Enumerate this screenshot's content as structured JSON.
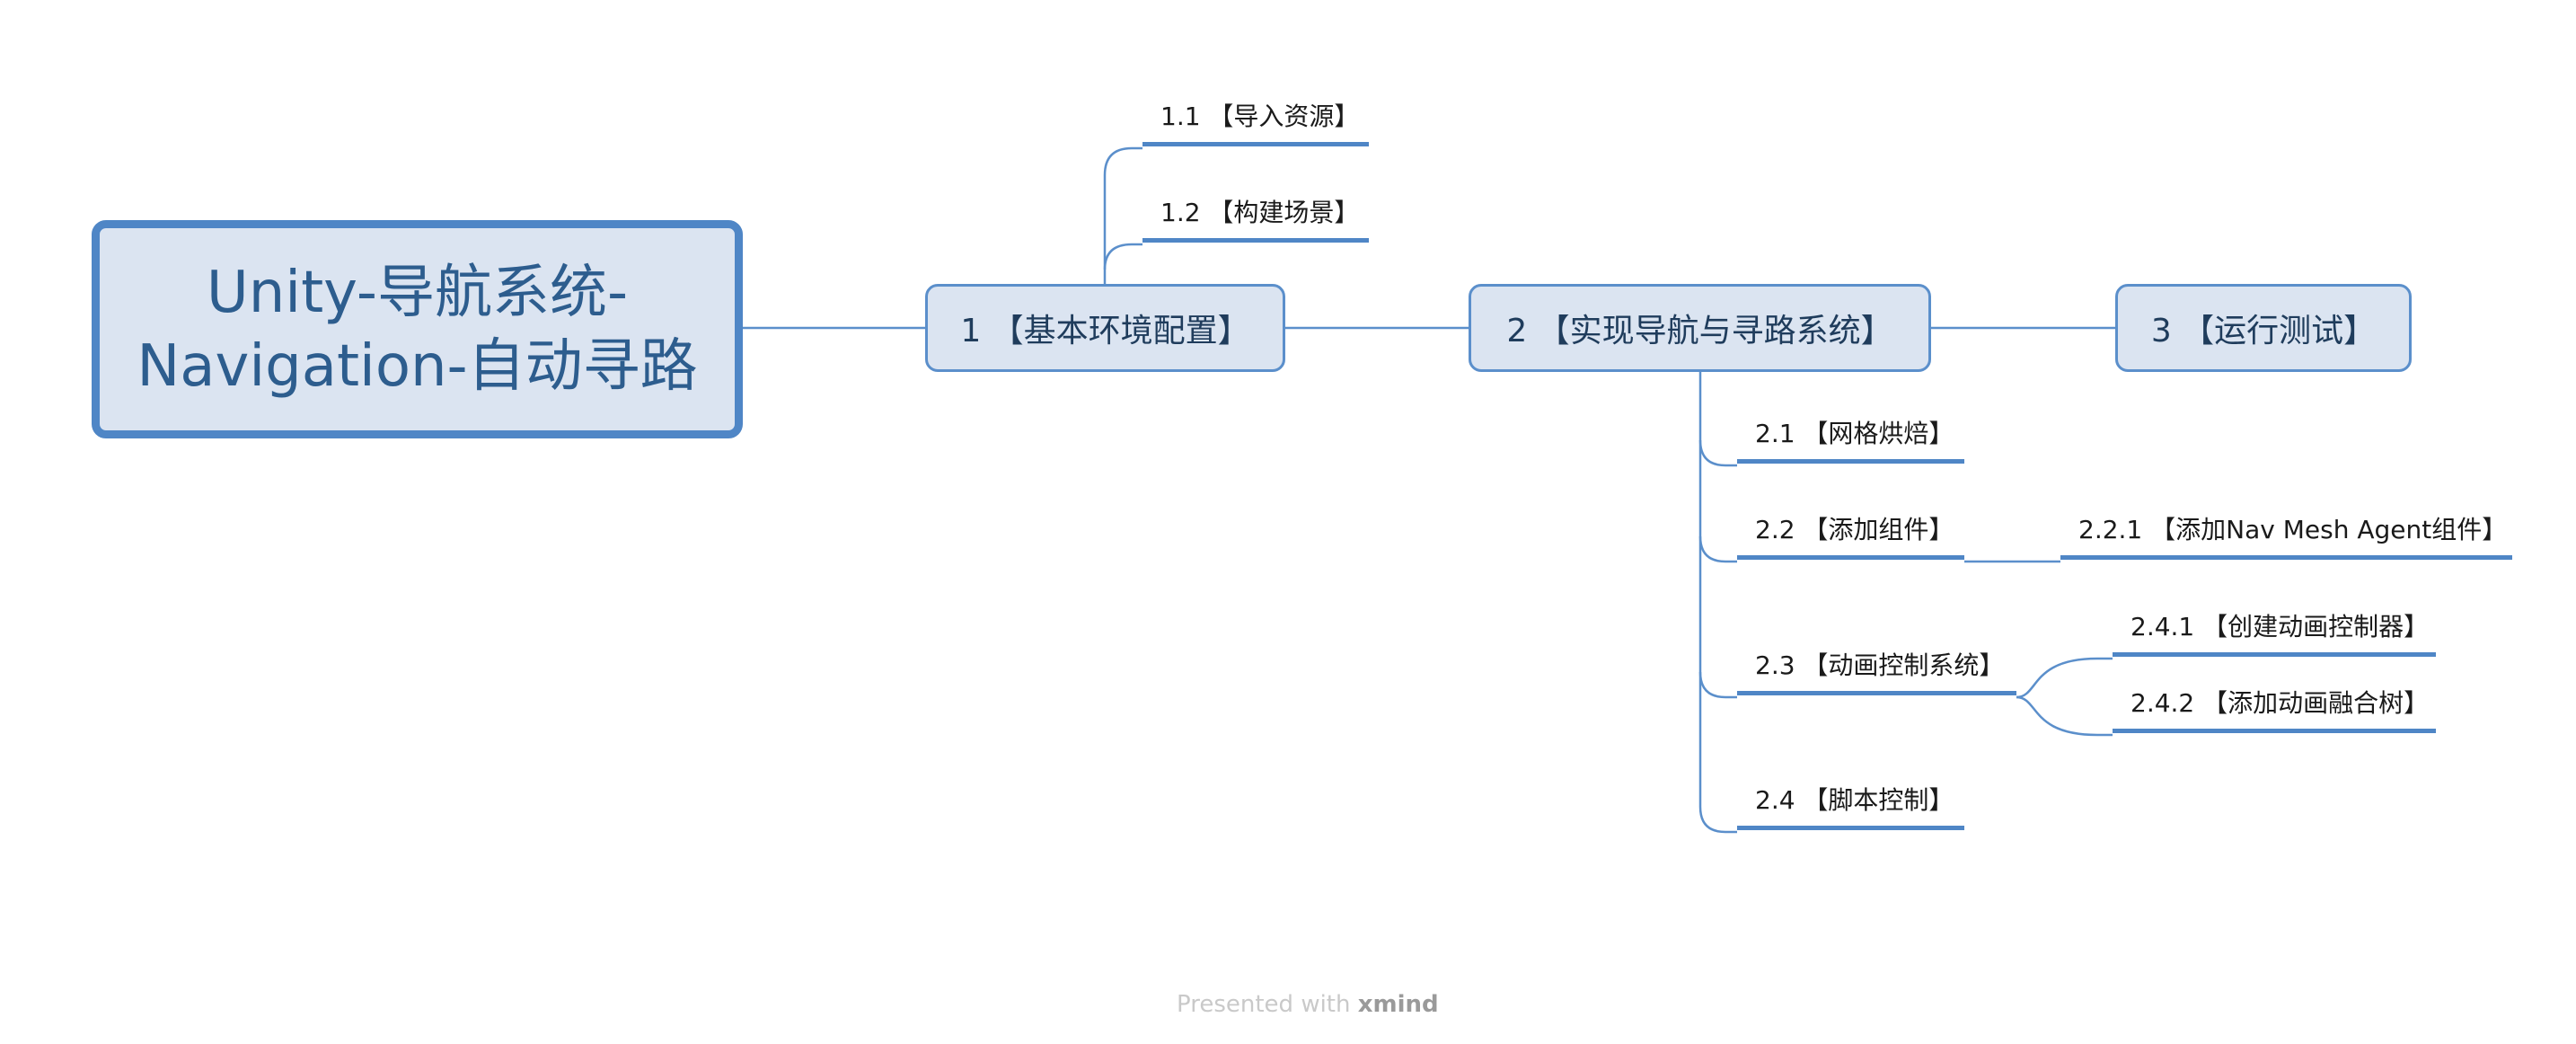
{
  "root": {
    "line1": "Unity-导航系统-",
    "line2": "Navigation-自动寻路"
  },
  "main_topics": [
    {
      "label": "1 【基本环境配置】"
    },
    {
      "label": "2 【实现导航与寻路系统】"
    },
    {
      "label": "3 【运行测试】"
    }
  ],
  "subtopics_1": [
    {
      "label": "1.1 【导入资源】"
    },
    {
      "label": "1.2 【构建场景】"
    }
  ],
  "subtopics_2": [
    {
      "label": "2.1 【网格烘焙】"
    },
    {
      "label": "2.2 【添加组件】"
    },
    {
      "label": "2.3 【动画控制系统】"
    },
    {
      "label": "2.4 【脚本控制】"
    }
  ],
  "subtopic_2_2_children": [
    {
      "label": "2.2.1 【添加Nav Mesh Agent组件】"
    }
  ],
  "subtopic_2_3_children": [
    {
      "label": "2.4.1 【创建动画控制器】"
    },
    {
      "label": "2.4.2 【添加动画融合树】"
    }
  ],
  "footer": {
    "prefix": "Presented with ",
    "brand": "xmind"
  },
  "colors": {
    "line": "#5b8fcb",
    "node_fill": "#dbe4f1",
    "root_border": "#4f86c6",
    "text_blue": "#2d5d8e"
  }
}
